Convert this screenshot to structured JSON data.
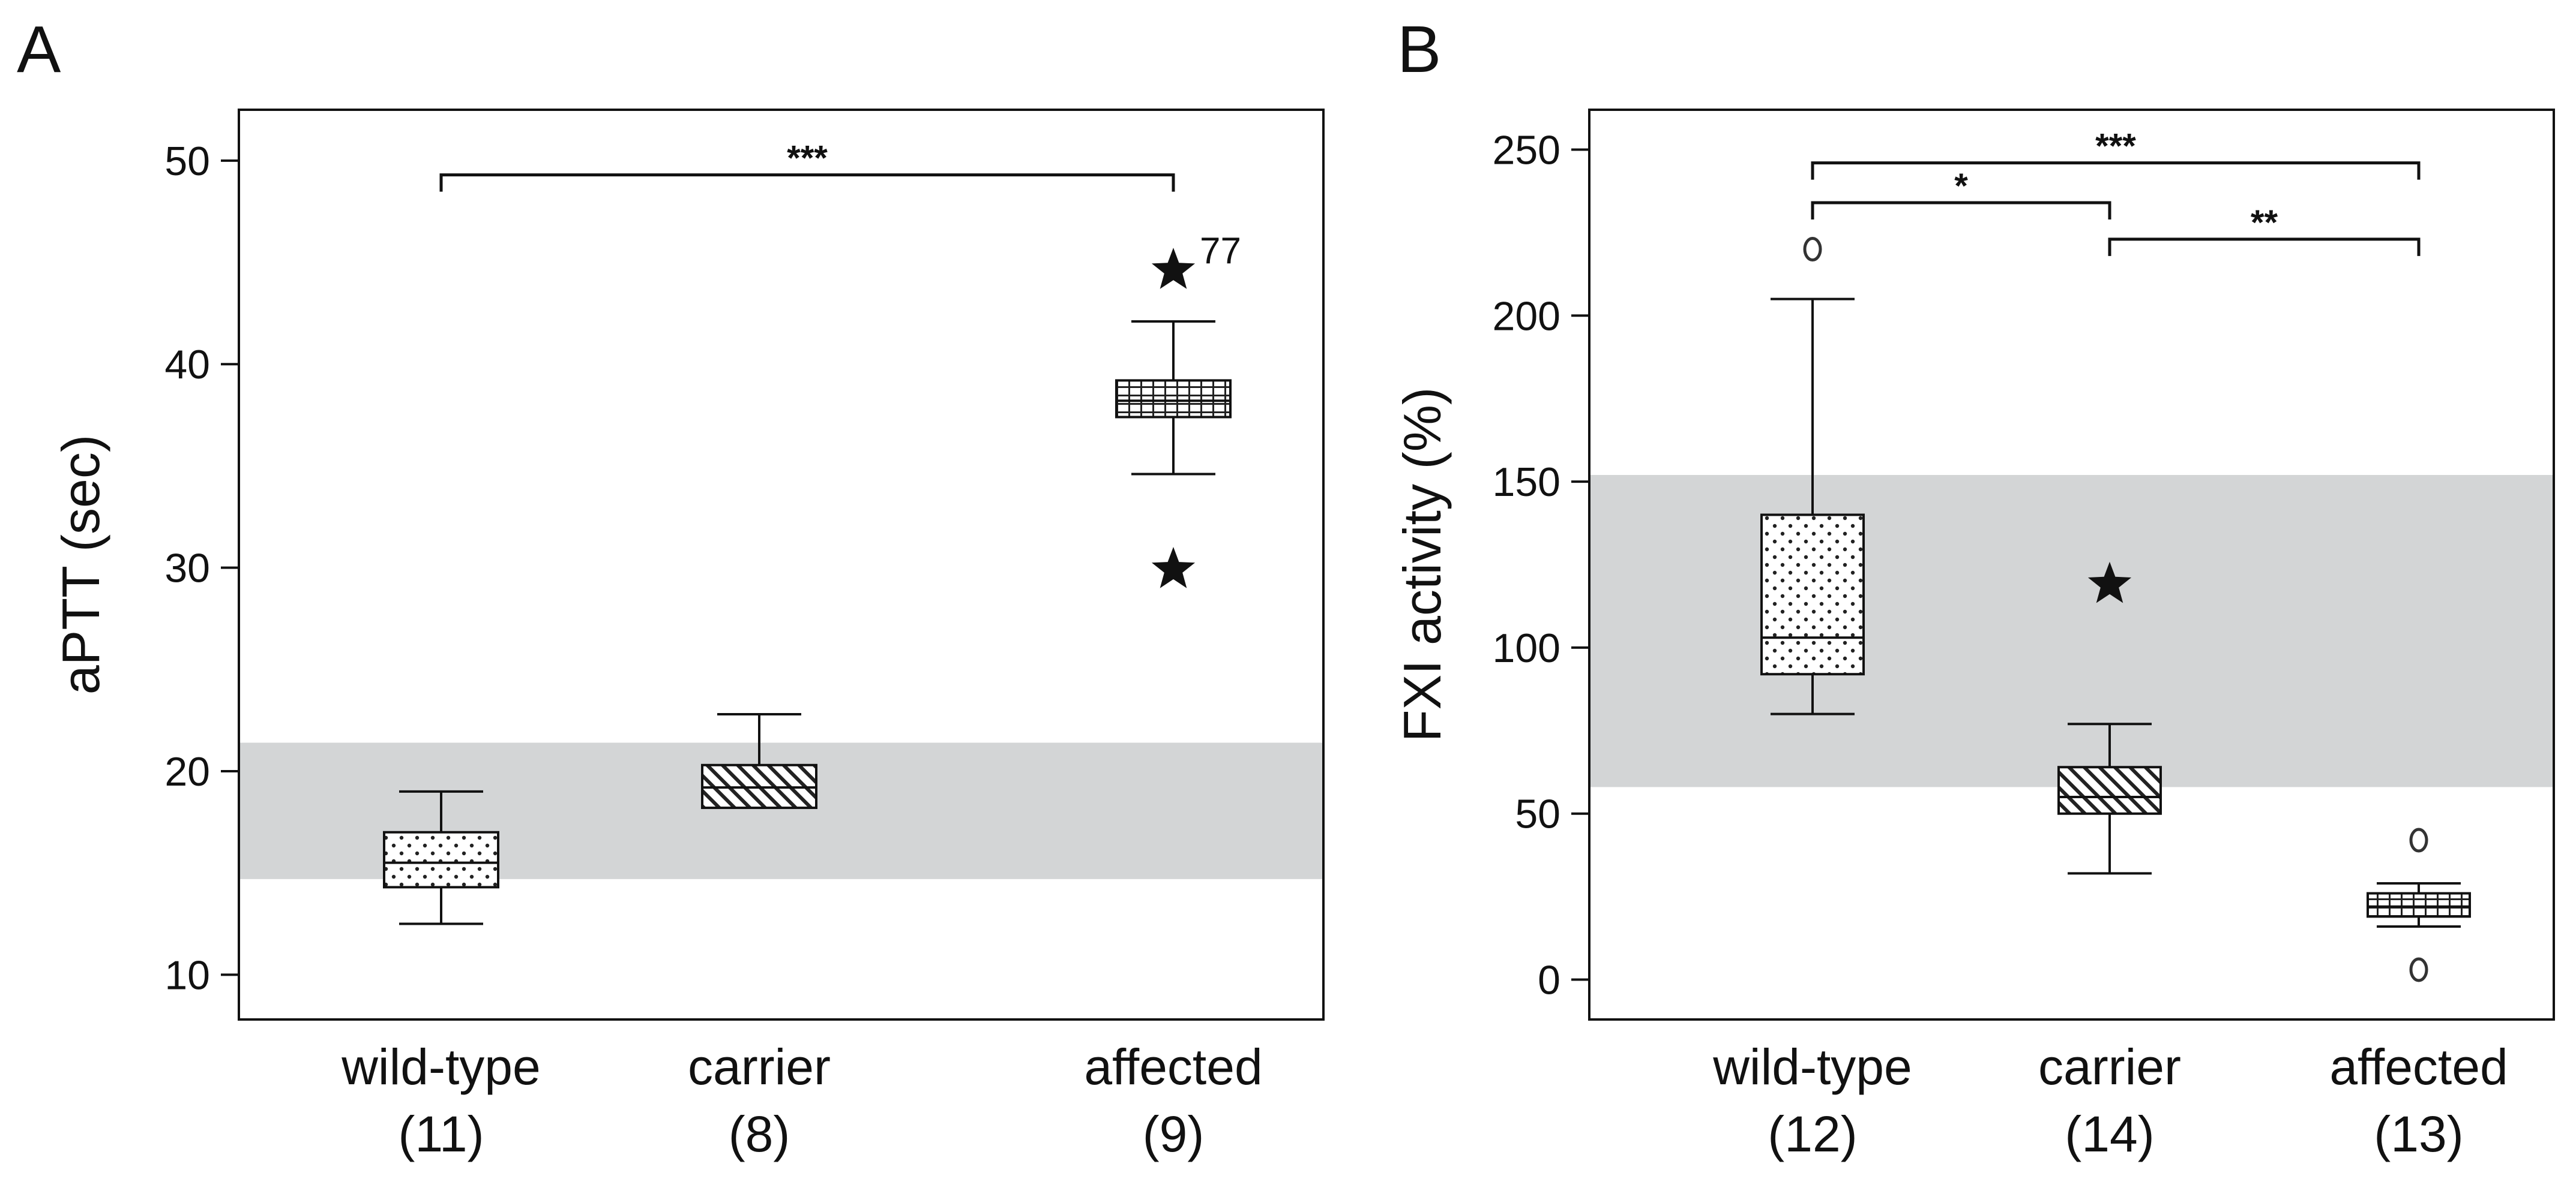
{
  "chart_data": [
    {
      "panel_label": "A",
      "type": "box",
      "ylabel": "aPTT (sec)",
      "xlabel": "",
      "ylim": [
        7.8,
        52.5
      ],
      "yticks": [
        10,
        20,
        30,
        40,
        50
      ],
      "reference_band": [
        14.7,
        21.4
      ],
      "categories": [
        "wild-type",
        "carrier",
        "affected"
      ],
      "counts": [
        "(11)",
        "(8)",
        "(9)"
      ],
      "boxes": [
        {
          "whisker_low": 12.5,
          "q1": 14.3,
          "median": 15.5,
          "q3": 17.0,
          "whisker_high": 19.0,
          "pattern": "dots"
        },
        {
          "whisker_low": 18.2,
          "q1": 18.2,
          "median": 19.2,
          "q3": 20.3,
          "whisker_high": 22.8,
          "pattern": "diagonal"
        },
        {
          "whisker_low": 34.6,
          "q1": 37.4,
          "median": 38.2,
          "q3": 39.2,
          "whisker_high": 42.1,
          "pattern": "grid"
        }
      ],
      "outliers": [
        {
          "category": 2,
          "y": 44.6,
          "marker": "star",
          "label": "77"
        },
        {
          "category": 2,
          "y": 29.9,
          "marker": "star",
          "label": ""
        }
      ],
      "significance": [
        {
          "from": 0,
          "to": 2,
          "y": 49.3,
          "label": "***"
        }
      ],
      "grid": false
    },
    {
      "panel_label": "B",
      "type": "box",
      "ylabel": "FXI activity (%)",
      "xlabel": "",
      "ylim": [
        -12,
        262
      ],
      "yticks": [
        0,
        50,
        100,
        150,
        200,
        250
      ],
      "reference_band": [
        58,
        152
      ],
      "categories": [
        "wild-type",
        "carrier",
        "affected"
      ],
      "counts": [
        "(12)",
        "(14)",
        "(13)"
      ],
      "boxes": [
        {
          "whisker_low": 80,
          "q1": 92,
          "median": 103,
          "q3": 140,
          "whisker_high": 205,
          "pattern": "dots"
        },
        {
          "whisker_low": 32,
          "q1": 50,
          "median": 55,
          "q3": 64,
          "whisker_high": 77,
          "pattern": "diagonal"
        },
        {
          "whisker_low": 16,
          "q1": 19,
          "median": 22,
          "q3": 26,
          "whisker_high": 29,
          "pattern": "grid"
        }
      ],
      "outliers": [
        {
          "category": 0,
          "y": 220,
          "marker": "circle",
          "label": ""
        },
        {
          "category": 1,
          "y": 119,
          "marker": "star",
          "label": ""
        },
        {
          "category": 2,
          "y": 42,
          "marker": "circle",
          "label": ""
        },
        {
          "category": 2,
          "y": 3,
          "marker": "circle",
          "label": ""
        }
      ],
      "significance": [
        {
          "from": 0,
          "to": 2,
          "y": 246,
          "label": "***"
        },
        {
          "from": 0,
          "to": 1,
          "y": 234,
          "label": "*"
        },
        {
          "from": 1,
          "to": 2,
          "y": 223,
          "label": "**"
        }
      ],
      "grid": false
    }
  ]
}
